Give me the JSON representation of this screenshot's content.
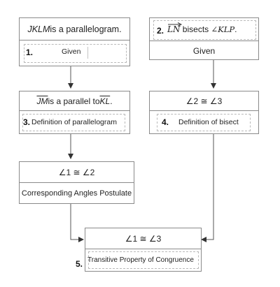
{
  "step1": {
    "statement_var": "JKLM",
    "statement_rest": " is a parallelogram.",
    "number": "1.",
    "reason": "Given"
  },
  "step2": {
    "number": "2.",
    "ray": "LN",
    "statement_mid": " bisects ",
    "angle": "∠KLP",
    "statement_end": ".",
    "reason": "Given"
  },
  "step3": {
    "seg1": "JM",
    "statement_mid": " is a parallel to ",
    "seg2": "KL",
    "statement_end": ".",
    "number": "3.",
    "reason": "Definition of parallelogram"
  },
  "step4": {
    "statement": "∠2 ≅ ∠3",
    "number": "4.",
    "reason": "Definition of bisect"
  },
  "step5": {
    "statement": "∠1 ≅ ∠2",
    "reason": "Corresponding Angles Postulate"
  },
  "step6": {
    "statement": "∠1 ≅ ∠3",
    "number": "5.",
    "reason": "Transitive Property of Congruence"
  },
  "colors": {
    "border": "#8a8a8a",
    "dashed": "#b9b9b9",
    "arrow": "#333333"
  }
}
